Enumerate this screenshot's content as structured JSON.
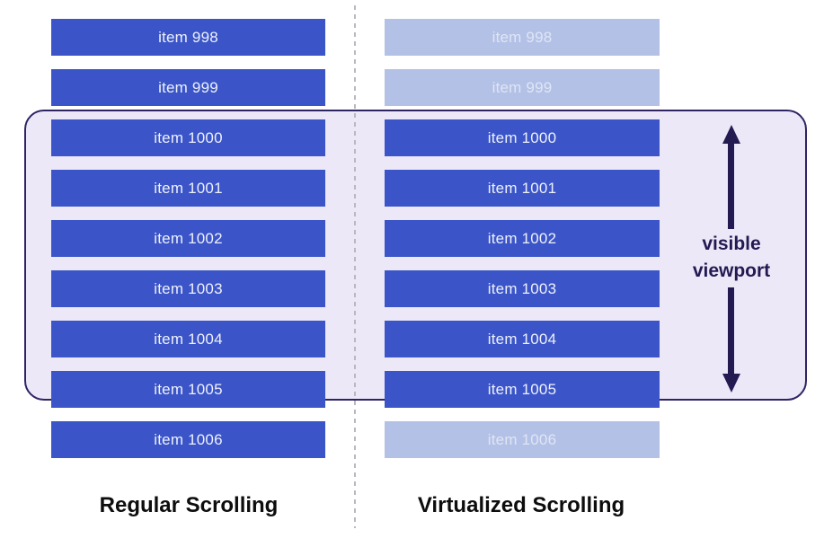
{
  "diagram": {
    "title_implied": "Regular vs Virtualized Scrolling",
    "left_panel": {
      "title": "Regular Scrolling",
      "items": [
        {
          "label": "item 998",
          "faded": false
        },
        {
          "label": "item 999",
          "faded": false
        },
        {
          "label": "item 1000",
          "faded": false
        },
        {
          "label": "item 1001",
          "faded": false
        },
        {
          "label": "item 1002",
          "faded": false
        },
        {
          "label": "item 1003",
          "faded": false
        },
        {
          "label": "item 1004",
          "faded": false
        },
        {
          "label": "item 1005",
          "faded": false
        },
        {
          "label": "item 1006",
          "faded": false
        }
      ]
    },
    "right_panel": {
      "title": "Virtualized Scrolling",
      "items": [
        {
          "label": "item 998",
          "faded": true
        },
        {
          "label": "item 999",
          "faded": true
        },
        {
          "label": "item 1000",
          "faded": false
        },
        {
          "label": "item 1001",
          "faded": false
        },
        {
          "label": "item 1002",
          "faded": false
        },
        {
          "label": "item 1003",
          "faded": false
        },
        {
          "label": "item 1004",
          "faded": false
        },
        {
          "label": "item 1005",
          "faded": false
        },
        {
          "label": "item 1006",
          "faded": true
        }
      ]
    },
    "viewport": {
      "label": "visible viewport",
      "items_in_viewport": [
        "item 1000",
        "item 1001",
        "item 1002",
        "item 1003",
        "item 1004",
        "item 1005"
      ]
    },
    "colors": {
      "item_blue": "#3b55c8",
      "item_faded_blue": "#b4c1e7",
      "item_text": "#eef1fa",
      "item_faded_text": "#dfe5f4",
      "viewport_fill": "#ece8f8",
      "viewport_border": "#2e2462",
      "arrow_navy": "#241a52",
      "divider_gray": "#b9b9c2",
      "caption_black": "#0d0d0d",
      "background": "#ffffff"
    }
  }
}
